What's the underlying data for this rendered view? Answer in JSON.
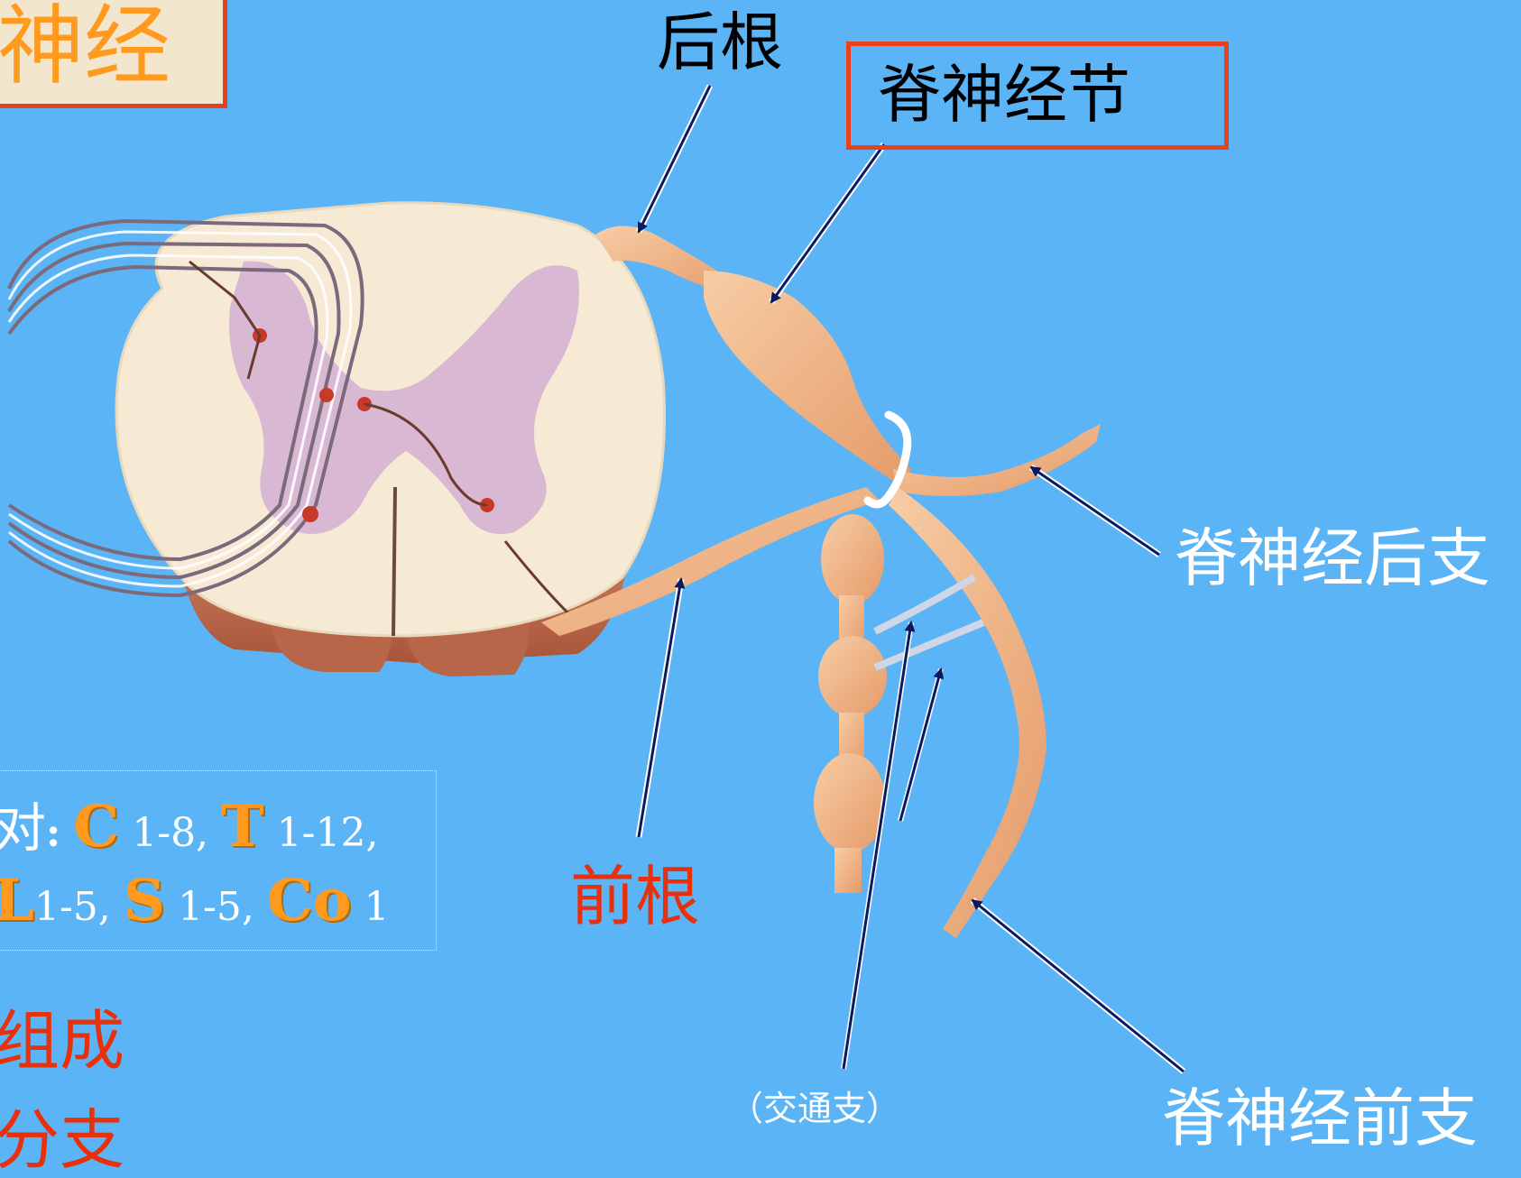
{
  "title": "神经",
  "labels": {
    "posterior_root": "后根",
    "spinal_ganglion": "脊神经节",
    "anterior_root": "前根",
    "dorsal_ramus": "脊神经后支",
    "ventral_ramus": "脊神经前支",
    "communicating_branch": "（交通支）"
  },
  "segments": {
    "line1_prefix": "对",
    "line1_colon": ":",
    "c_letter": "C",
    "c_range": "1-8,",
    "t_letter": "T",
    "t_range": "1-12,",
    "l_letter": "L",
    "l_range": "1-5,",
    "s_letter": "S",
    "s_range": "1-5,",
    "co_letter": "Co",
    "co_range": "1"
  },
  "bottom_text": {
    "line1": "组成",
    "line2": "分支"
  },
  "colors": {
    "background": "#5ab4f5",
    "accent_orange": "#ff9a1e",
    "accent_red": "#e8411c",
    "cord_white_matter": "#f6ead5",
    "cord_gray_matter": "#d9b8d4",
    "nerve": "#f3b98c"
  }
}
